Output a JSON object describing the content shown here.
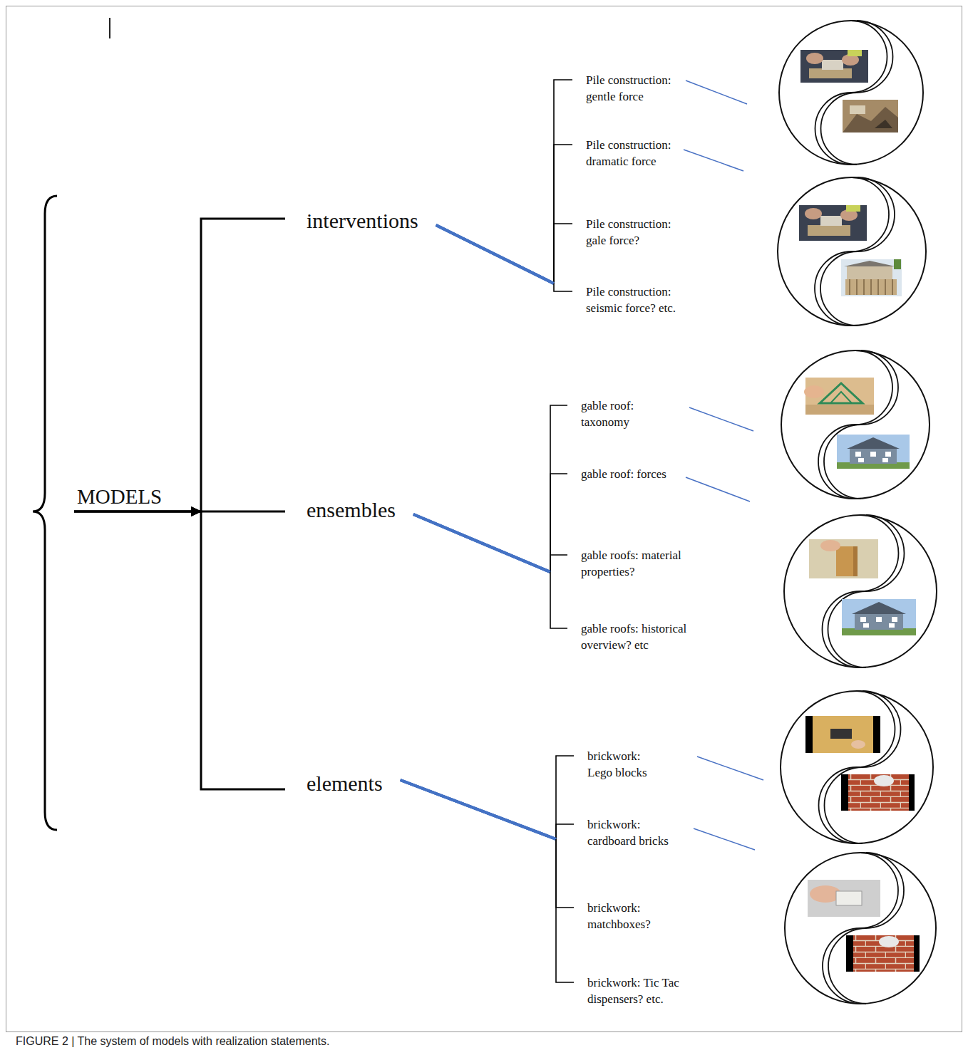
{
  "diagram": {
    "caption": "FIGURE 2 | The system of models with realization statements.",
    "nodes": [
      {
        "text": [
          "MODELS"
        ]
      },
      {
        "text": [
          "interventions"
        ]
      },
      {
        "text": [
          "Pile construction: gentle force"
        ]
      },
      {
        "text": [
          "Pile construction: dramatic force"
        ]
      },
      {
        "text": [
          "Pile construction: gale force?"
        ]
      },
      {
        "text": [
          "Pile construction: seismic force? etc."
        ]
      },
      {
        "text": [
          "ensembles"
        ]
      },
      {
        "text": [
          "gable roof: taxonomy"
        ]
      },
      {
        "text": [
          "gable roof: forces"
        ]
      },
      {
        "text": [
          "gable roofs: material properties?"
        ]
      },
      {
        "text": [
          "gable roofs: historical overview? etc"
        ]
      },
      {
        "text": [
          "elements"
        ]
      },
      {
        "text": [
          "brickwork: Lego blocks"
        ]
      },
      {
        "text": [
          "brickwork: cardboard bricks"
        ]
      },
      {
        "text": [
          "brickwork: matchboxes?"
        ]
      },
      {
        "text": [
          "brickwork: Tic Tac dispensers? etc."
        ]
      }
    ],
    "edges": [
      {
        "from": 0,
        "to": 1,
        "arrow": "to"
      },
      {
        "from": 0,
        "to": 6,
        "arrow": "to"
      },
      {
        "from": 0,
        "to": 11,
        "arrow": "to"
      },
      {
        "from": 1,
        "to": 2,
        "arrow": "none"
      },
      {
        "from": 1,
        "to": 3,
        "arrow": "none"
      },
      {
        "from": 1,
        "to": 4,
        "arrow": "none"
      },
      {
        "from": 1,
        "to": 5,
        "arrow": "none"
      },
      {
        "from": 6,
        "to": 7,
        "arrow": "none"
      },
      {
        "from": 6,
        "to": 8,
        "arrow": "none"
      },
      {
        "from": 6,
        "to": 9,
        "arrow": "none"
      },
      {
        "from": 6,
        "to": 10,
        "arrow": "none"
      },
      {
        "from": 11,
        "to": 12,
        "arrow": "none"
      },
      {
        "from": 11,
        "to": 13,
        "arrow": "none"
      },
      {
        "from": 11,
        "to": 14,
        "arrow": "none"
      },
      {
        "from": 11,
        "to": 15,
        "arrow": "none"
      }
    ]
  }
}
